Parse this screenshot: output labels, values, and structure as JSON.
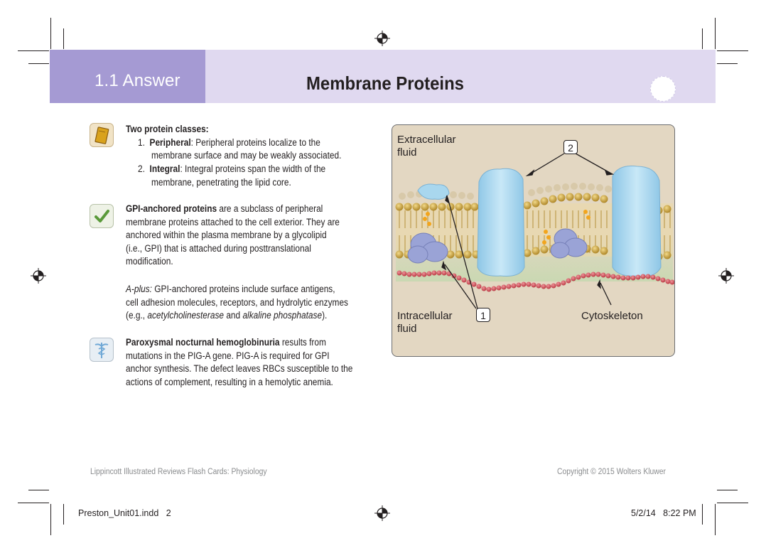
{
  "header": {
    "section": "1.1 Answer",
    "title": "Membrane Proteins"
  },
  "blocks": {
    "classes": {
      "icon": "card-icon",
      "heading": "Two protein classes:",
      "items": [
        {
          "num": "1.",
          "term": "Peripheral",
          "line1": ": Peripheral proteins localize to the",
          "line2": "membrane surface and may be weakly associated."
        },
        {
          "num": "2.",
          "term": "Integral",
          "line1": ": Integral proteins span the width of the",
          "line2": "membrane, penetrating the lipid core."
        }
      ]
    },
    "gpi": {
      "icon": "checkmark-icon",
      "term": "GPI-anchored proteins",
      "line1_rest": " are a subclass of peripheral",
      "lines": [
        "membrane proteins attached to the cell exterior. They are",
        "anchored within the plasma membrane by a glycolipid",
        "(i.e., GPI) that is attached during posttranslational",
        "modification."
      ]
    },
    "aplus": {
      "label": "A-plus:",
      "line1_rest": " GPI-anchored proteins include surface antigens,",
      "line2": "cell adhesion molecules, receptors, and hydrolytic enzymes",
      "line3_pre": "(e.g., ",
      "enzyme1": "acetylcholinesterase",
      "and": " and ",
      "enzyme2": "alkaline phosphatase",
      "line3_post": ")."
    },
    "pnh": {
      "icon": "caduceus-icon",
      "term": "Paroxysmal nocturnal hemoglobinuria",
      "line1_rest": " results from",
      "lines": [
        "mutations in the PIG-A gene. PIG-A is required for GPI",
        "anchor synthesis. The defect leaves RBCs susceptible to the",
        "actions of complement, resulting in a hemolytic anemia."
      ]
    }
  },
  "figure": {
    "extracellular": [
      "Extracellular",
      "fluid"
    ],
    "intracellular": [
      "Intracellular",
      "fluid"
    ],
    "cytoskeleton": "Cytoskeleton",
    "marker1": "1",
    "marker2": "2",
    "colors": {
      "background": "#e3d7c2",
      "protein": "#a9d7ee",
      "lipid_head": "#c9a34a",
      "cytoskeleton": "#d9474f",
      "peripheral_protein": "#9aa3d6"
    }
  },
  "footer": {
    "left": "Lippincott Illustrated Reviews Flash Cards: Physiology",
    "right": "Copyright © 2015 Wolters Kluwer"
  },
  "slug": {
    "file": "Preston_Unit01.indd   2",
    "date": "5/2/14   8:22 PM"
  }
}
